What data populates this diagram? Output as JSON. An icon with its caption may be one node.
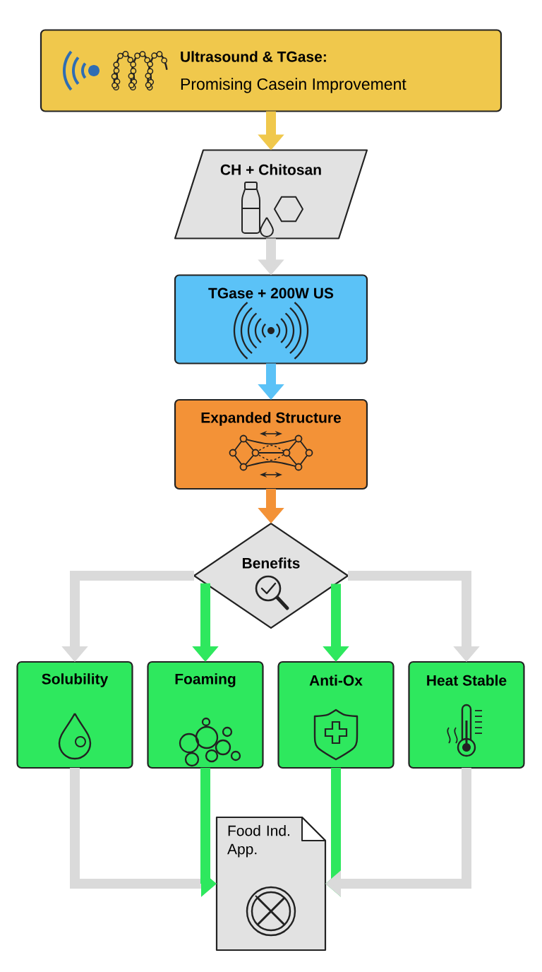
{
  "diagram": {
    "nodes": [
      {
        "text": [
          "Ultrasound & TGase:",
          "Promising Casein Improvement"
        ]
      },
      {
        "text": [
          "CH + Chitosan"
        ]
      },
      {
        "text": [
          "TGase + 200W US"
        ]
      },
      {
        "text": [
          "Expanded Structure"
        ]
      },
      {
        "text": [
          "Benefits"
        ]
      },
      {
        "text": [
          "Solubility"
        ]
      },
      {
        "text": [
          "Foaming"
        ]
      },
      {
        "text": [
          "Anti-Ox"
        ]
      },
      {
        "text": [
          "Heat Stable"
        ]
      },
      {
        "text": [
          "Food Ind. App."
        ]
      }
    ],
    "edges": [
      {
        "from": 0,
        "to": 1,
        "arrow": "to",
        "color": "#f0c84c"
      },
      {
        "from": 1,
        "to": 2,
        "arrow": "to"
      },
      {
        "from": 2,
        "to": 3,
        "arrow": "to",
        "color": "#5bc2f7"
      },
      {
        "from": 3,
        "to": 4,
        "arrow": "to",
        "color": "#f39237"
      },
      {
        "from": 4,
        "to": 5,
        "arrow": "to"
      },
      {
        "from": 4,
        "to": 6,
        "arrow": "to",
        "color": "#2ee85e"
      },
      {
        "from": 4,
        "to": 7,
        "arrow": "to",
        "color": "#2ee85e"
      },
      {
        "from": 4,
        "to": 8,
        "arrow": "to"
      },
      {
        "from": 5,
        "to": 9,
        "arrow": "to"
      },
      {
        "from": 6,
        "to": 9,
        "arrow": "to",
        "color": "#2ee85e"
      },
      {
        "from": 7,
        "to": 9,
        "arrow": "to",
        "color": "#2ee85e"
      },
      {
        "from": 8,
        "to": 9,
        "arrow": "to"
      }
    ]
  }
}
